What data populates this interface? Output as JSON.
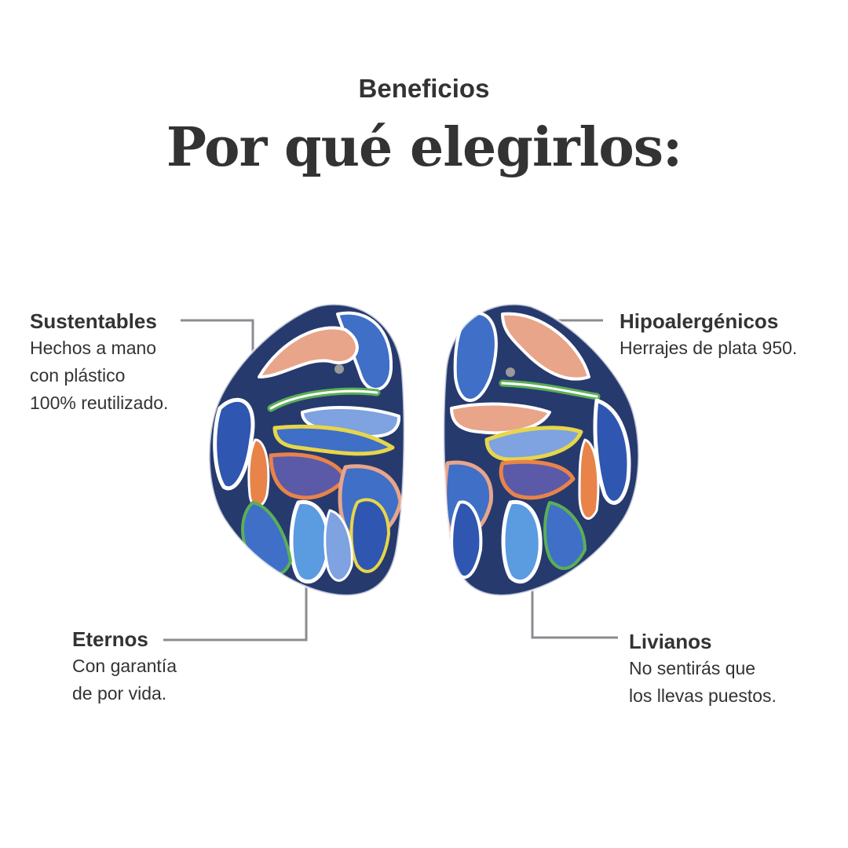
{
  "header": {
    "eyebrow": "Beneficios",
    "title": "Por qué elegirlos:"
  },
  "benefits": [
    {
      "title": "Sustentables",
      "description": "Hechos a mano\ncon plástico\n100% reutilizado."
    },
    {
      "title": "Hipoalergénicos",
      "description": "Herrajes de plata 950."
    },
    {
      "title": "Eternos",
      "description": "Con garantía\nde por vida."
    },
    {
      "title": "Livianos",
      "description": "No sentirás que\nlos llevas puestos."
    }
  ],
  "colors": {
    "text": "#333333",
    "connector": "#8a8c90",
    "earring_blue": "#3f6fc6",
    "earring_orange": "#e8834a",
    "earring_salmon": "#e8a58a",
    "earring_yellow": "#e6d64a",
    "earring_green": "#5cae57"
  },
  "image": {
    "subject": "earrings-pair"
  }
}
